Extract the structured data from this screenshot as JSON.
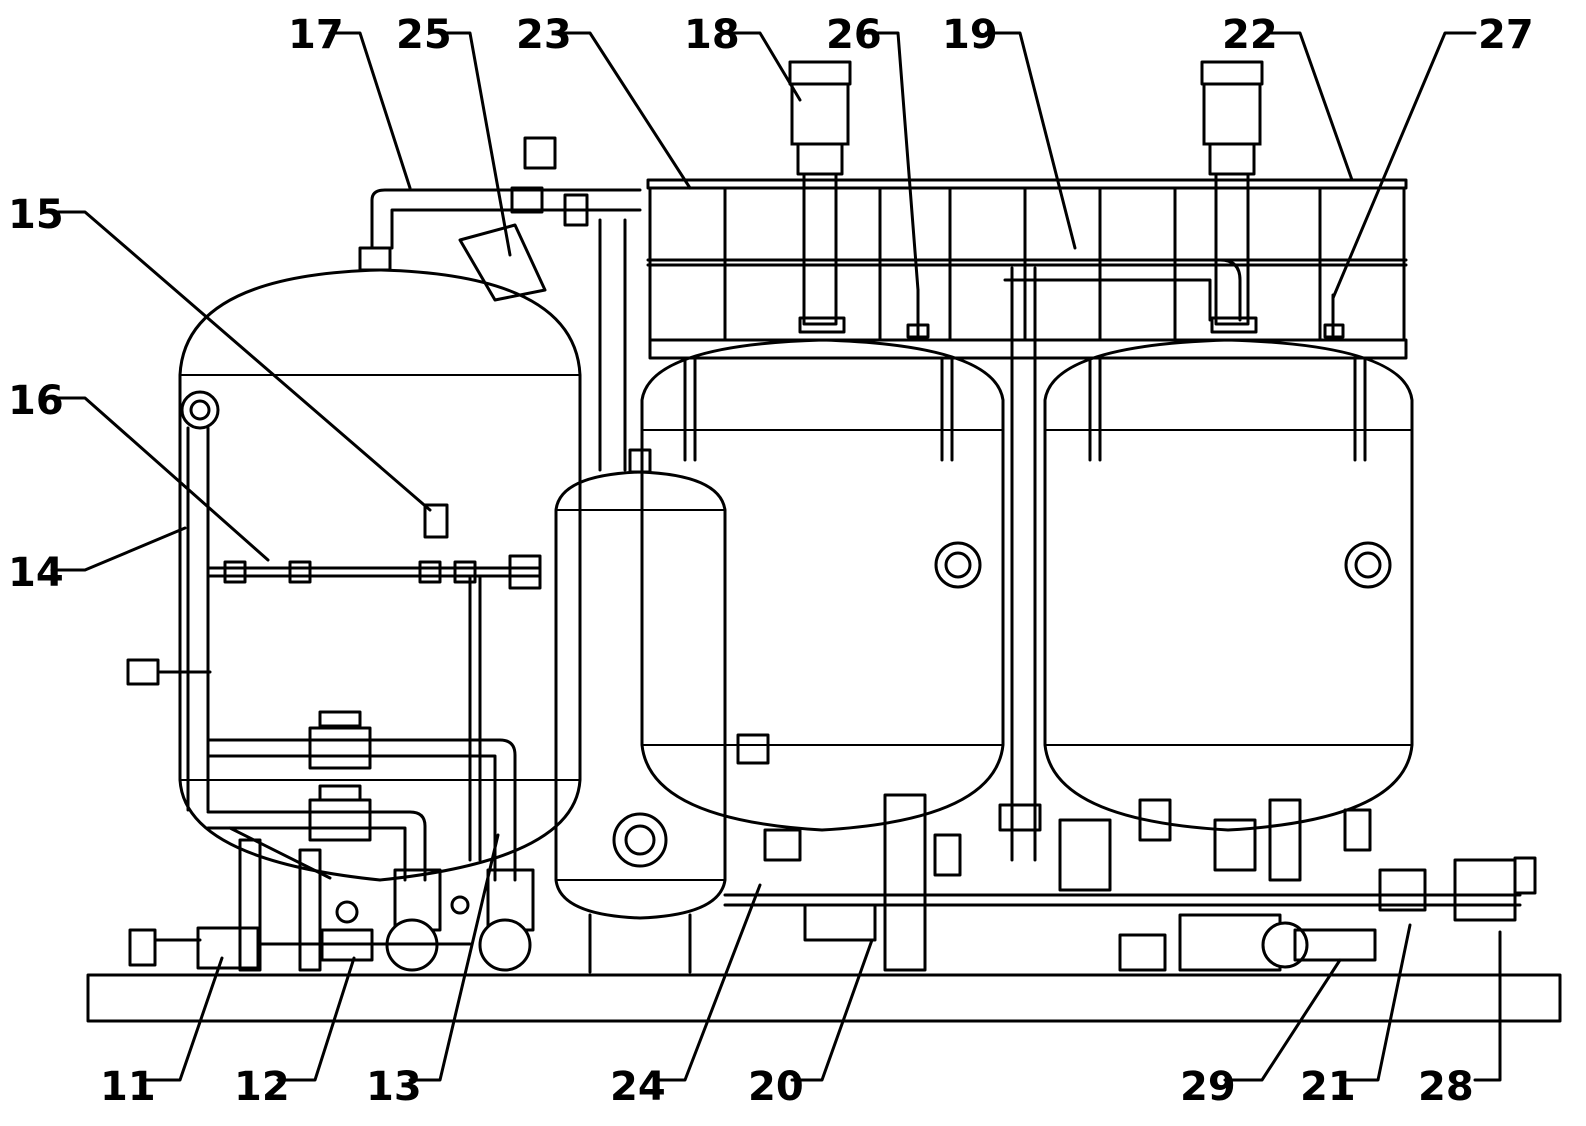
{
  "callouts_top": [
    "17",
    "25",
    "23",
    "18",
    "26",
    "19",
    "22",
    "27"
  ],
  "callouts_left": [
    "15",
    "16",
    "14"
  ],
  "callouts_bottom": [
    "11",
    "12",
    "13",
    "24",
    "20",
    "29",
    "21",
    "28"
  ]
}
